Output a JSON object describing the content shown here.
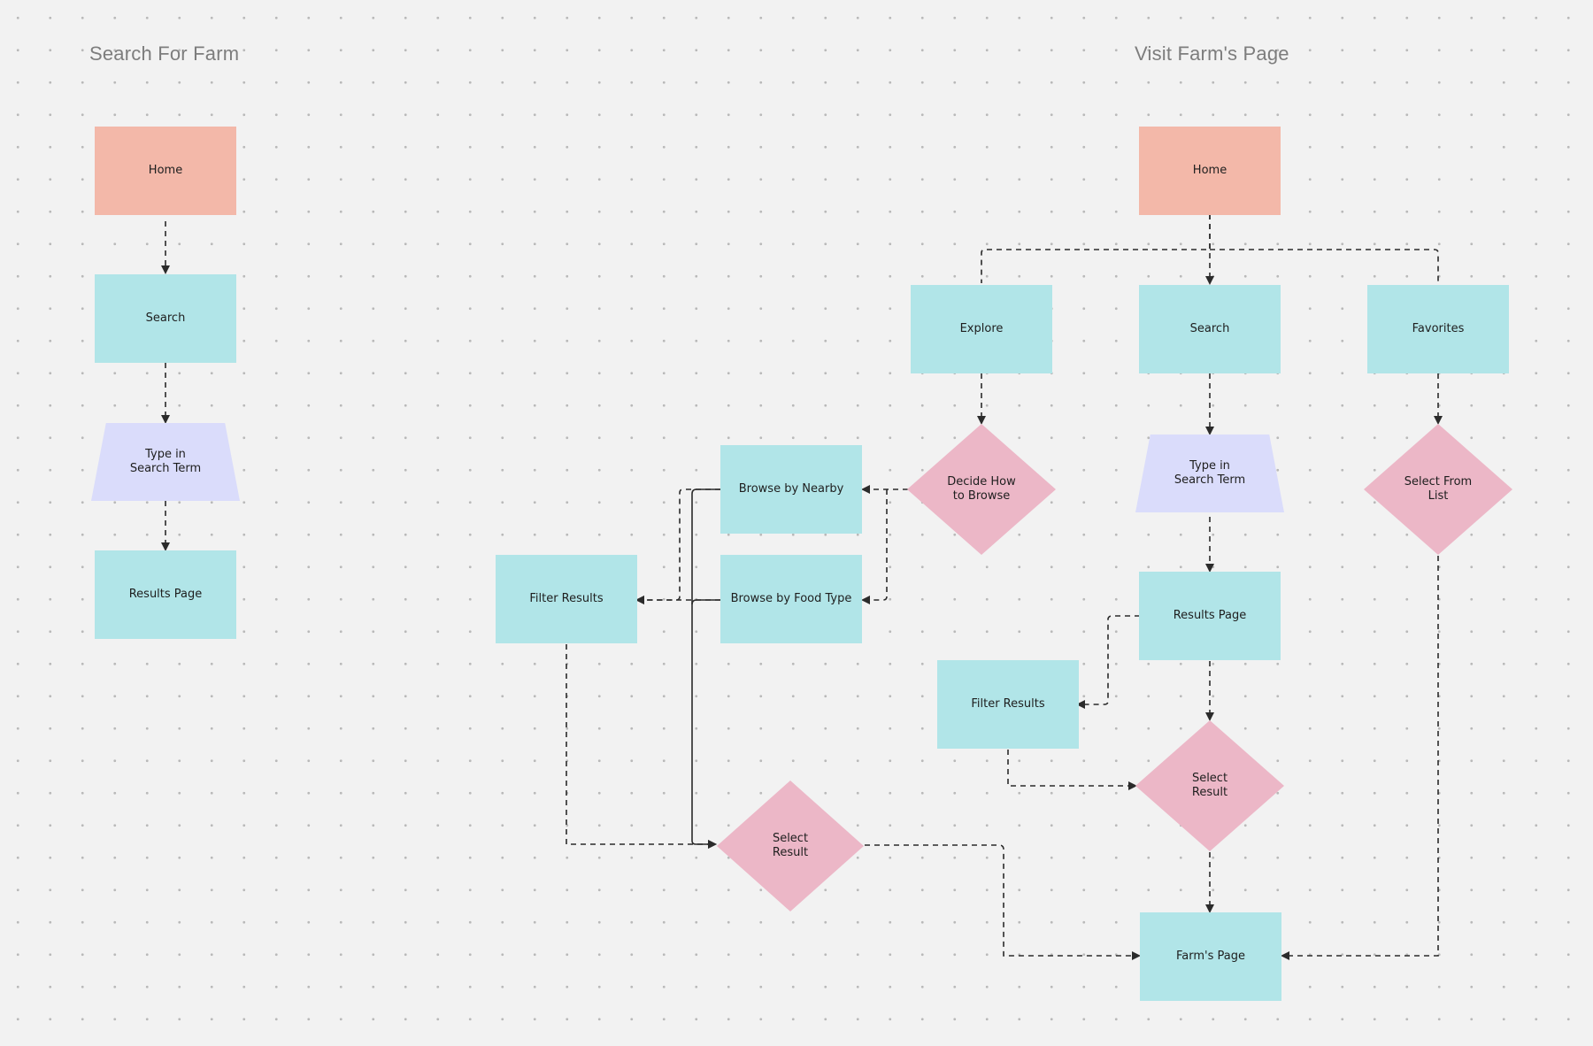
{
  "frames": {
    "left_title": "Search For Farm",
    "right_title": "Visit Farm's Page"
  },
  "nodes": {
    "home_1": "Home",
    "search_1": "Search",
    "type_search_1": "Type in\nSearch Term",
    "results_page_1": "Results Page",
    "home_2": "Home",
    "explore": "Explore",
    "search_2": "Search",
    "favorites": "Favorites",
    "decide_browse": "Decide How\nto Browse",
    "type_search_2": "Type in\nSearch Term",
    "select_from_list": "Select From\nList",
    "browse_nearby": "Browse by Nearby",
    "browse_food_type": "Browse by Food Type",
    "filter_results_1": "Filter Results",
    "results_page_2": "Results Page",
    "filter_results_2": "Filter Results",
    "select_result_2": "Select\nResult",
    "select_result_1": "Select\nResult",
    "farms_page": "Farm's Page"
  },
  "colors": {
    "background": "#f2f2f2",
    "grid_dot": "#b9b9b9",
    "home_fill": "#f3b8a9",
    "process_fill": "#b1e5e8",
    "input_fill": "#dadcfb",
    "decision_fill": "#ecb7c7",
    "connector": "#2b2b2b",
    "title_text": "#7d7d7d"
  }
}
